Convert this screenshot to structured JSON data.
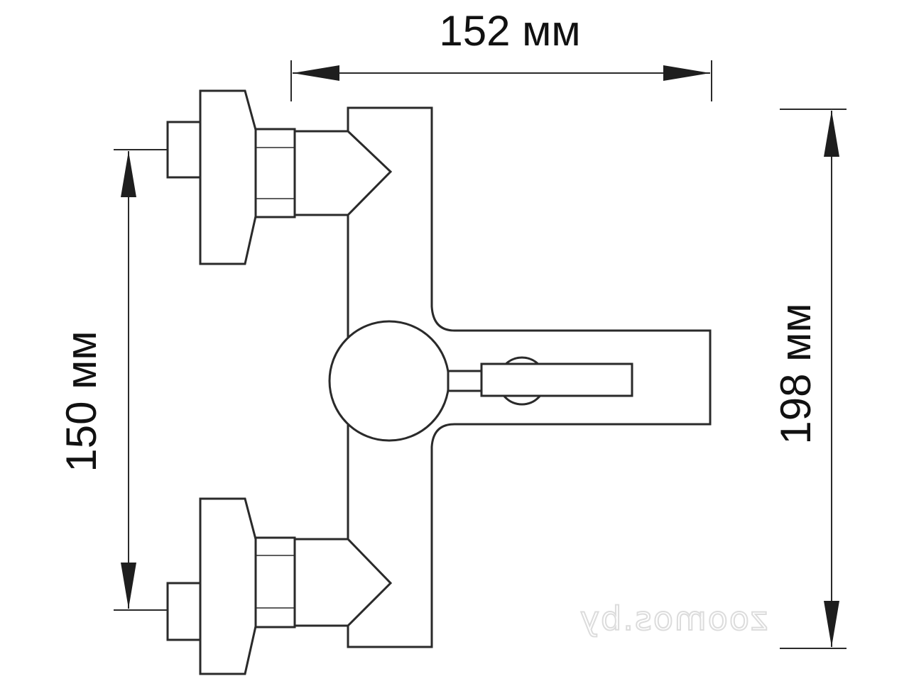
{
  "dimensions": {
    "width_label": "152 мм",
    "inlet_spacing_label": "150 мм",
    "height_label": "198 мм"
  },
  "watermark": "zoomos.by",
  "colors": {
    "line": "#2a2a2a",
    "background": "#ffffff",
    "watermark": "#dcdcdc"
  }
}
